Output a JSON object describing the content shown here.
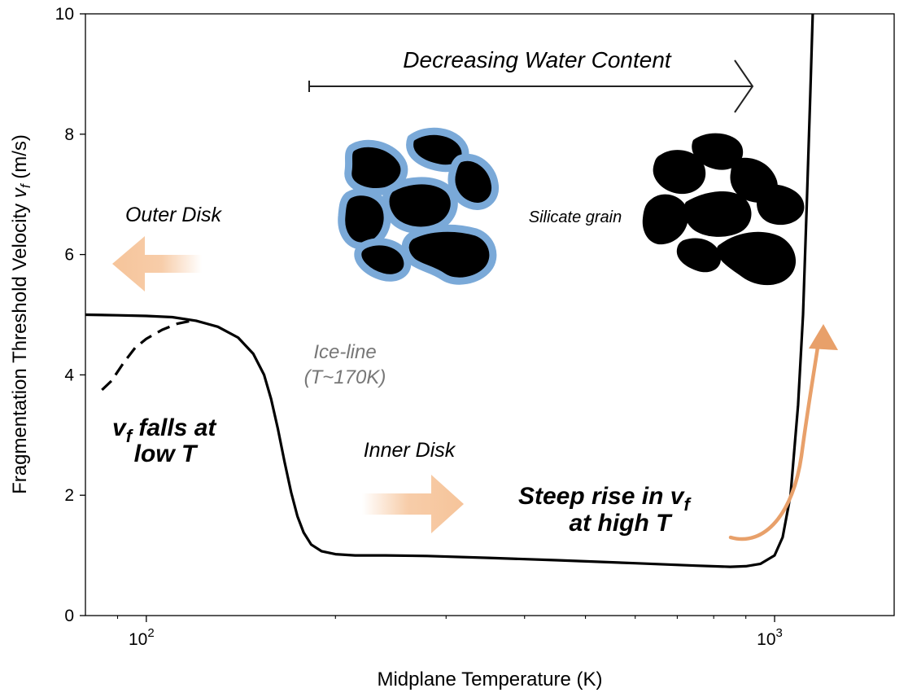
{
  "chart_data": {
    "type": "line",
    "xlabel": "Midplane Temperature (K)",
    "ylabel": "Fragmentation Threshold Velocity",
    "ylabel_symbol": "v",
    "ylabel_subscript": "f",
    "ylabel_unit": "(m/s)",
    "xscale": "log",
    "xlim": [
      80,
      1550
    ],
    "ylim": [
      0,
      10
    ],
    "yticks": [
      0,
      2,
      4,
      6,
      8,
      10
    ],
    "xticks_major": [
      {
        "value": 100,
        "base": "10",
        "exp": "2"
      },
      {
        "value": 1000,
        "base": "10",
        "exp": "3"
      }
    ],
    "xticks_minor": [
      90,
      200,
      300,
      400,
      500,
      600,
      700,
      800,
      900
    ],
    "series": [
      {
        "style": "solid",
        "color": "#000000",
        "x": [
          80,
          90,
          100,
          110,
          120,
          130,
          140,
          148,
          154,
          158,
          162,
          166,
          170,
          174,
          178,
          183,
          190,
          200,
          215,
          240,
          280,
          350,
          450,
          600,
          750,
          850,
          900,
          950,
          1000,
          1030,
          1060,
          1090,
          1110,
          1125,
          1140,
          1150
        ],
        "y": [
          5.0,
          4.99,
          4.98,
          4.96,
          4.9,
          4.8,
          4.62,
          4.35,
          4.0,
          3.6,
          3.1,
          2.55,
          2.05,
          1.65,
          1.38,
          1.18,
          1.07,
          1.02,
          1.0,
          1.0,
          0.99,
          0.96,
          0.92,
          0.87,
          0.83,
          0.81,
          0.82,
          0.86,
          1.0,
          1.3,
          2.0,
          3.5,
          5.0,
          6.8,
          8.7,
          10.0
        ]
      },
      {
        "style": "dashed",
        "color": "#000000",
        "x": [
          85,
          88,
          92,
          96,
          100,
          106,
          112,
          118
        ],
        "y": [
          3.75,
          3.9,
          4.2,
          4.45,
          4.6,
          4.75,
          4.85,
          4.9
        ]
      }
    ],
    "annotations": {
      "water_label": "Decreasing Water Content",
      "outer_disk": "Outer Disk",
      "inner_disk": "Inner Disk",
      "silicate": "Silicate grain",
      "ice_line_1": "Ice-line",
      "ice_line_2": "(T~170K)",
      "falls_1": "falls at",
      "falls_2": "low T",
      "falls_symbol": "v",
      "falls_sub": "f",
      "steep_1": "Steep rise in",
      "steep_symbol": "v",
      "steep_sub": "f",
      "steep_2": "at high T"
    },
    "colors": {
      "curve": "#000000",
      "ice_line_text": "#777777",
      "arrow_soft": "#f6c49a",
      "arrow_rise": "#e8a06a",
      "grain_outline": "#7aa9d8",
      "grain_fill": "#000000"
    }
  }
}
